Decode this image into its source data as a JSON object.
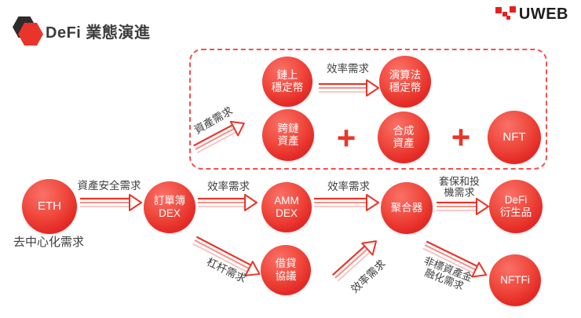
{
  "header": {
    "title": "DeFi 業態演進",
    "brand": "UWEB"
  },
  "nodes": {
    "eth": {
      "lines": [
        "ETH"
      ]
    },
    "orderbook": {
      "lines": [
        "訂單簿",
        "DEX"
      ]
    },
    "amm": {
      "lines": [
        "AMM",
        "DEX"
      ]
    },
    "aggregator": {
      "lines": [
        "聚合器"
      ]
    },
    "derivatives": {
      "lines": [
        "DeFi",
        "衍生品"
      ]
    },
    "lending": {
      "lines": [
        "借貸",
        "協議"
      ]
    },
    "nftfi": {
      "lines": [
        "NFTFi"
      ]
    },
    "chain_stablecoin": {
      "lines": [
        "鏈上",
        "穩定幣"
      ]
    },
    "algo_stablecoin": {
      "lines": [
        "演算法",
        "穩定幣"
      ]
    },
    "cross_chain": {
      "lines": [
        "跨鏈",
        "資產"
      ]
    },
    "synthetic": {
      "lines": [
        "合成",
        "資產"
      ]
    },
    "nft": {
      "lines": [
        "NFT"
      ]
    }
  },
  "labels": {
    "asset_security": "資產安全需求",
    "efficiency": "效率需求",
    "hedge_line1": "套保和投",
    "hedge_line2": "機需求",
    "decentralization": "去中心化需求",
    "asset_demand": "資產需求",
    "leverage": "杠杆需求",
    "nonstandard_line1": "非標資產金",
    "nonstandard_line2": "融化需求",
    "plus": "+"
  },
  "colors": {
    "accent_red": "#e8362a",
    "node_gradient_top": "#fa7168",
    "node_gradient_bottom": "#d81d1d",
    "dashed_border": "#f25050",
    "label_text": "#3f3f3f",
    "title_text": "#3d3d3d"
  }
}
